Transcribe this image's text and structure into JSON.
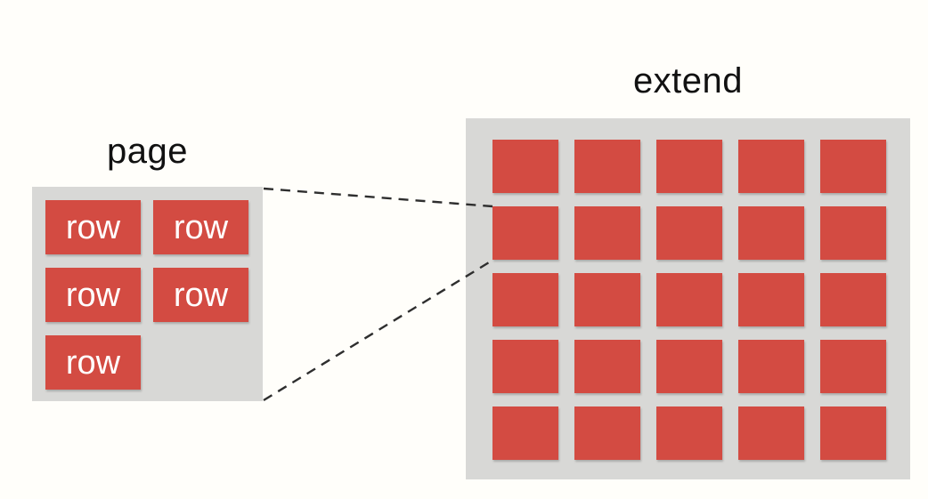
{
  "diagram": {
    "description": "page to extend grid mapping diagram"
  },
  "colors": {
    "background": "#fffefa",
    "box_background": "#d8d8d6",
    "cell_red": "#d34b42",
    "label_text": "#111111",
    "row_text": "#ffffff",
    "connector": "#2e2e2e"
  },
  "page": {
    "label": "page",
    "cells": [
      {
        "label": "row"
      },
      {
        "label": "row"
      },
      {
        "label": "row"
      },
      {
        "label": "row"
      },
      {
        "label": "row"
      }
    ]
  },
  "extend": {
    "label": "extend",
    "rows": 5,
    "cols": 5
  }
}
